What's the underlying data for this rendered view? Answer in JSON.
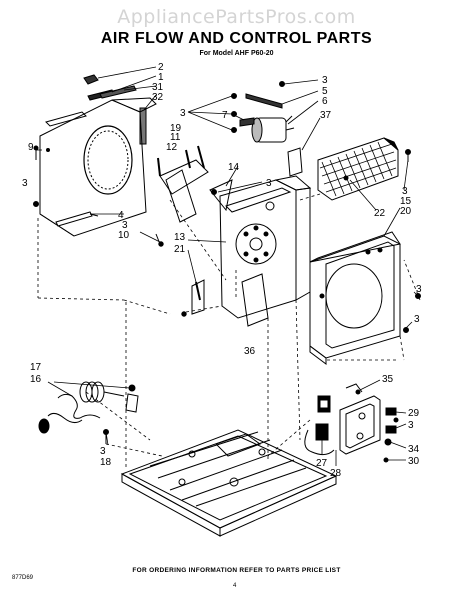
{
  "watermark": "AppliancePartsPros.com",
  "title": "AIR FLOW AND CONTROL PARTS",
  "subtitle": "For Model AHF P60-20",
  "footer": "FOR ORDERING INFORMATION REFER TO PARTS PRICE LIST",
  "code": "877D69",
  "page_number": "4",
  "callouts": [
    "2",
    "1",
    "31",
    "32",
    "3",
    "5",
    "6",
    "7",
    "3",
    "37",
    "19",
    "11",
    "12",
    "14",
    "9",
    "3",
    "3",
    "3",
    "15",
    "20",
    "22",
    "4",
    "3",
    "10",
    "13",
    "21",
    "3",
    "3",
    "36",
    "17",
    "16",
    "35",
    "29",
    "3",
    "34",
    "30",
    "3",
    "18",
    "27",
    "28"
  ]
}
